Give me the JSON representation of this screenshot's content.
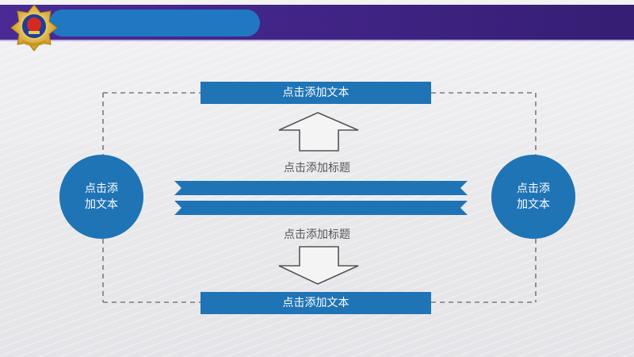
{
  "slide": {
    "top_banner_text": "点击添加文本",
    "bottom_banner_text": "点击添加文本",
    "left_circle": {
      "line1": "点击添",
      "line2": "加文本"
    },
    "right_circle": {
      "line1": "点击添",
      "line2": "加文本"
    },
    "upper_heading": "点击添加标题",
    "lower_heading": "点击添加标题"
  },
  "colors": {
    "accent_blue": "#1f74b6",
    "header_purple": "#4a2a93",
    "arrow_gray": "#555555",
    "dash_gray": "#7a7a7a"
  },
  "icons": {
    "emblem": "police-emblem-icon",
    "up_arrow": "up-arrow-icon",
    "down_arrow": "down-arrow-icon"
  }
}
